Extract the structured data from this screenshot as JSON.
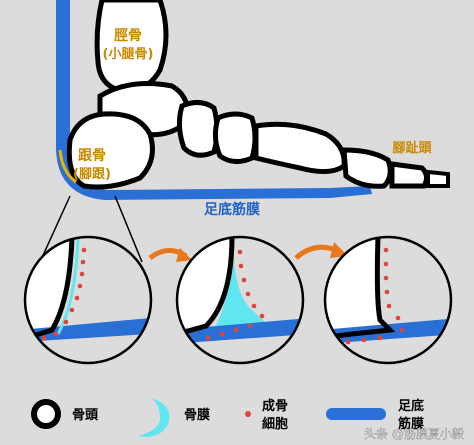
{
  "labels": {
    "tibia": "脛骨",
    "tibia_sub": "(小腿骨)",
    "calcaneus": "跟骨",
    "calcaneus_sub": "(腳跟)",
    "toes": "腳趾頭",
    "plantar_fascia": "足底筋膜"
  },
  "legend": [
    {
      "label": "骨頭",
      "icon": "bone-ring"
    },
    {
      "label": "骨膜",
      "icon": "periosteum-crescent"
    },
    {
      "label_line1": "成骨",
      "label_line2": "細胞",
      "icon": "osteoblast-dots"
    },
    {
      "label_line1": "足底",
      "label_line2": "筋膜",
      "icon": "fascia-band"
    }
  ],
  "watermark": "头条 @筋膜夏小毅",
  "colors": {
    "background": "#dcdcdc",
    "bone_fill": "#ffffff",
    "outline": "#000000",
    "fascia_blue": "#2a6fd6",
    "periosteum_cyan": "#5fe6f0",
    "osteoblast_red": "#e0433b",
    "arrow_orange": "#e8781e",
    "label_orange": "#c98a00",
    "label_blue": "#1f63c9"
  }
}
